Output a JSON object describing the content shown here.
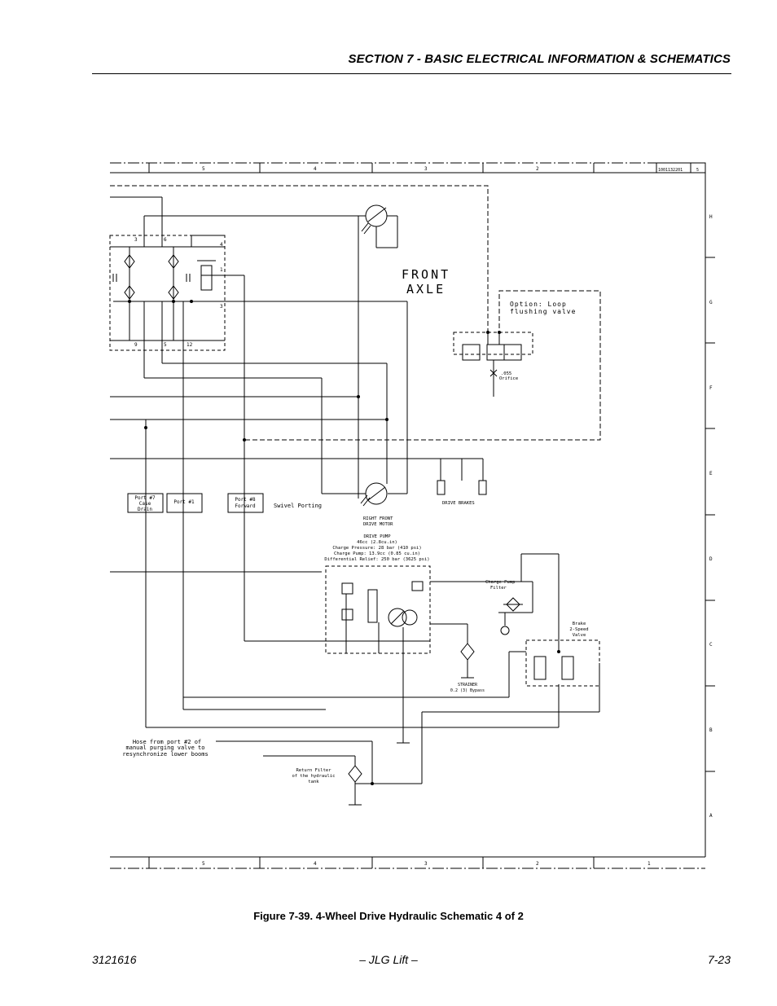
{
  "header": {
    "section_title": "SECTION 7 - BASIC ELECTRICAL INFORMATION & SCHEMATICS"
  },
  "border": {
    "columns": [
      "5",
      "4",
      "3",
      "2"
    ],
    "bottom_columns": [
      "5",
      "4",
      "3",
      "2",
      "1"
    ],
    "rows": [
      "H",
      "G",
      "F",
      "E",
      "D",
      "C",
      "B",
      "A"
    ],
    "drawing_no": "1001132201",
    "rev": "5"
  },
  "schematic": {
    "front_axle": [
      "FRONT",
      "AXLE"
    ],
    "loop_flushing": [
      "Option: Loop",
      "flushing valve"
    ],
    "orifice": [
      ".055",
      "Orifice"
    ],
    "drive_brakes": "DRIVE BRAKES",
    "motor_label": [
      "RIGHT FRONT",
      "DRIVE MOTOR"
    ],
    "ports": {
      "case_drain": [
        "Port #7",
        "Case",
        "Drain"
      ],
      "port1": "Port #1",
      "forward": [
        "Port #8",
        "Forward"
      ]
    },
    "swivel": "Swivel Porting",
    "drive_pump": [
      "DRIVE PUMP",
      "46cc (2.8cu.in)",
      "Charge Pressure: 28 bar (410 psi)",
      "Charge Pump: 13.9cc (0.85 cu.in)",
      "Differential Relief: 250 bar (3625 psi)"
    ],
    "charge_filter": [
      "Charge Pump",
      "Filter"
    ],
    "brake_valve": [
      "Brake",
      "2-Speed",
      "Valve"
    ],
    "strainer": [
      "STRAINER",
      "0.2 (3) Bypass"
    ],
    "hose_note": [
      "Hose from port #2 of",
      "manual purging valve to",
      "resynchronize lower booms"
    ],
    "return_filter": [
      "Return Filter",
      "of the hydraulic",
      "tank"
    ],
    "port_numbers": [
      "3",
      "6",
      "4",
      "1",
      "3",
      "9",
      "5",
      "12"
    ]
  },
  "caption": "Figure 7-39.  4-Wheel Drive Hydraulic Schematic 4 of 2",
  "footer": {
    "doc_number": "3121616",
    "center": "– JLG Lift –",
    "page": "7-23"
  }
}
